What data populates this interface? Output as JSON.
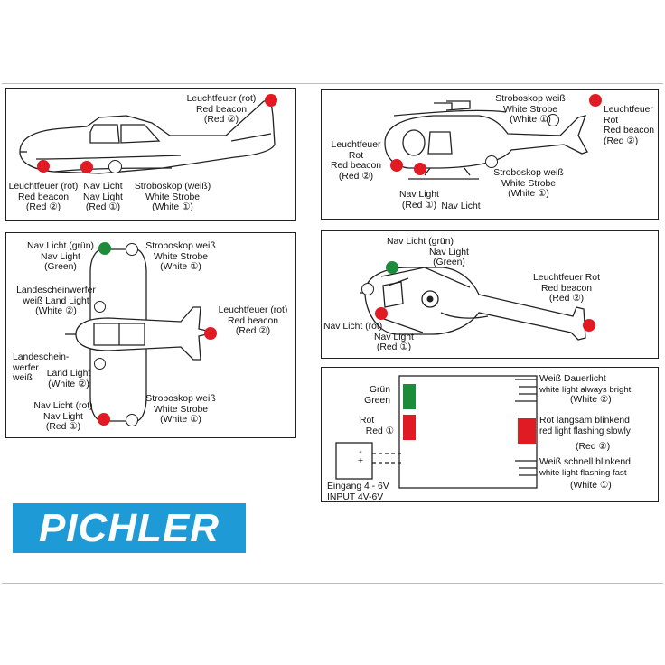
{
  "brand": {
    "logo_text": "PICHLER",
    "logo_color": "#1e9ad6"
  },
  "colors": {
    "red_light": "#e01b24",
    "green_light": "#1d8c3a",
    "white_light": "#ffffff",
    "outline": "#222222"
  },
  "panel_airplane_side": {
    "beacon_tail": [
      "Leuchtfeuer (rot)",
      "Red beacon",
      "(Red ②)"
    ],
    "beacon_belly": [
      "Leuchtfeuer (rot)",
      "Red beacon",
      "(Red ②)"
    ],
    "nav": [
      "Nav Licht",
      "Nav Light",
      "(Red ①)"
    ],
    "strobe": [
      "Stroboskop (weiß)",
      "White Strobe",
      "(White ①)"
    ]
  },
  "panel_heli_side": {
    "strobe_top": [
      "Stroboskop weiß",
      "White Strobe",
      "(White ①)"
    ],
    "beacon_tail": [
      "Leuchtfeuer",
      "Rot",
      "Red beacon",
      "(Red ②)"
    ],
    "beacon_belly": [
      "Leuchtfeuer",
      "Rot",
      "Red beacon",
      "(Red ②)"
    ],
    "nav": [
      "Nav Light",
      "(Red ①)"
    ],
    "nav_de": "Nav Licht",
    "strobe_bottom": [
      "Stroboskop weiß",
      "White Strobe",
      "(White ①)"
    ]
  },
  "panel_airplane_top": {
    "nav_green": [
      "Nav Licht (grün)",
      "Nav Light",
      "(Green)"
    ],
    "strobe_top": [
      "Stroboskop weiß",
      "White Strobe",
      "(White ①)"
    ],
    "landing_top": [
      "Landescheinwerfer",
      "weiß Land Light",
      "(White ②)"
    ],
    "beacon": [
      "Leuchtfeuer (rot)",
      "Red beacon",
      "(Red ②)"
    ],
    "landing_bottom_de": [
      "Landeschein-",
      "werfer",
      "weiß"
    ],
    "landing_bottom_en": [
      "Land Light",
      "(White ②)"
    ],
    "nav_red": [
      "Nav Licht (rot)",
      "Nav Light",
      "(Red ①)"
    ],
    "strobe_bottom": [
      "Stroboskop weiß",
      "White Strobe",
      "(White ①)"
    ]
  },
  "panel_heli_top": {
    "nav_green": [
      "Nav Licht (grün)",
      "Nav Light",
      "(Green)"
    ],
    "beacon": [
      "Leuchtfeuer Rot",
      "Red beacon",
      "(Red ②)"
    ],
    "nav_red": [
      "Nav Licht (rot)",
      "Nav Light",
      "(Red ①)"
    ]
  },
  "panel_wiring": {
    "green": [
      "Grün",
      "Green"
    ],
    "red": [
      "Rot",
      "Red ①"
    ],
    "input": [
      "Eingang 4 - 6V",
      "INPUT 4V-6V"
    ],
    "minus": "-",
    "plus": "+",
    "out_white_always": [
      "Weiß Dauerlicht",
      "white light  always  bright",
      "(White ②)"
    ],
    "out_red_slow": [
      "Rot langsam blinkend",
      "red light flashing slowly",
      "(Red ②)"
    ],
    "out_white_fast": [
      "Weiß schnell blinkend",
      "white light  flashing fast",
      "(White ①)"
    ]
  }
}
